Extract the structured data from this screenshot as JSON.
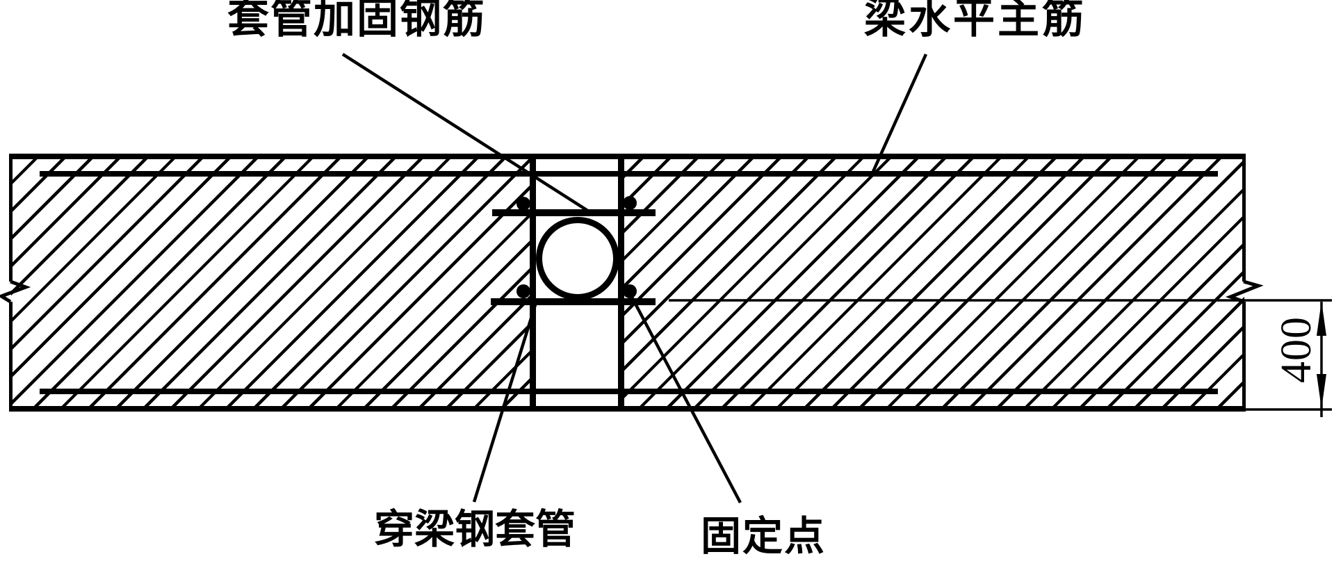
{
  "drawing": {
    "background_color": "#ffffff",
    "line_color": "#000000",
    "labels": {
      "sleeve_reinforcement_bar": "套管加固钢筋",
      "beam_horizontal_main_bar": "梁水平主筋",
      "through_beam_steel_sleeve": "穿梁钢套管",
      "fixing_point": "固定点"
    },
    "dimension": {
      "value": "400"
    },
    "graphics": {
      "beam": "hatched-concrete-beam-section",
      "sleeve_circle": "steel-sleeve-through-beam",
      "vertical_bars": 2,
      "sleeve_reinforcement_bars": 2,
      "fixing_dots": 4,
      "edge_break_symbols": 2
    }
  }
}
